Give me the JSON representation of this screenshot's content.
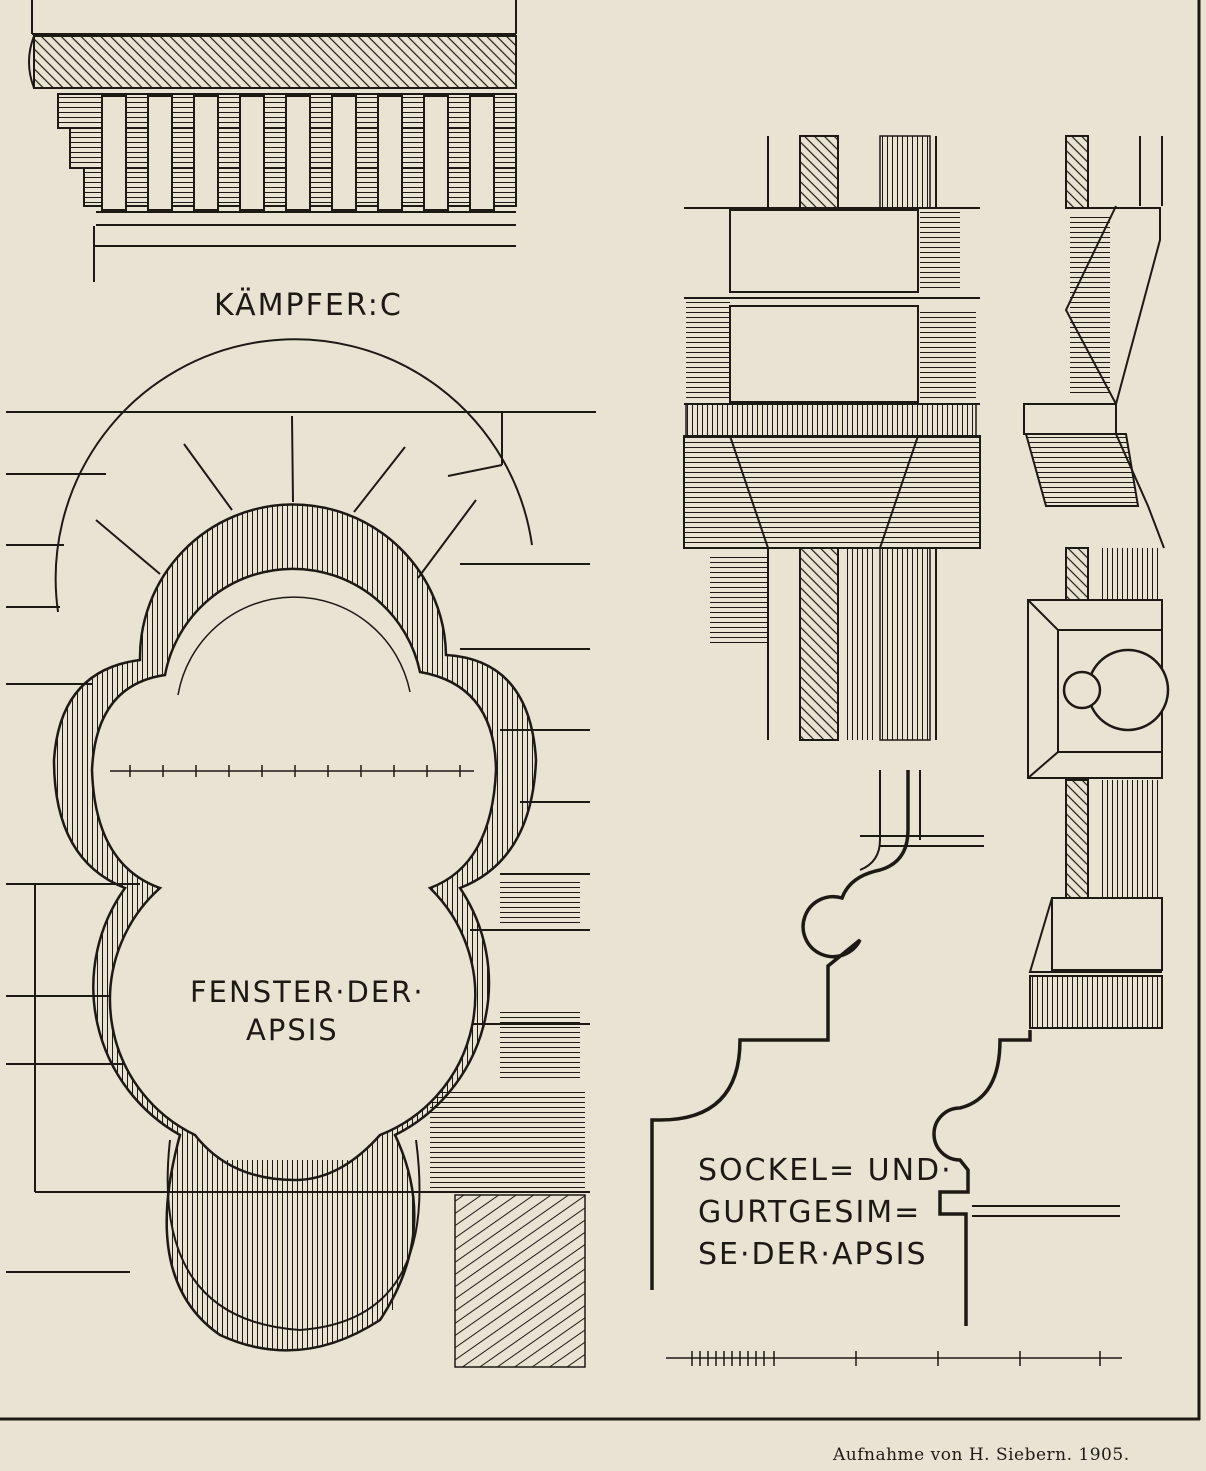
{
  "labels": {
    "kampfer": "KÄMPFER:C",
    "fenster_line1": "FENSTER·DER·",
    "fenster_line2": "APSIS",
    "sockel_line1": "SOCKEL= UND·",
    "sockel_line2": "GURTGESIM=",
    "sockel_line3": "SE·DER·APSIS"
  },
  "credit": "Aufnahme von H. Siebern.   1905.",
  "colors": {
    "paper": "#e9e3d3",
    "ink": "#1d1a16"
  }
}
